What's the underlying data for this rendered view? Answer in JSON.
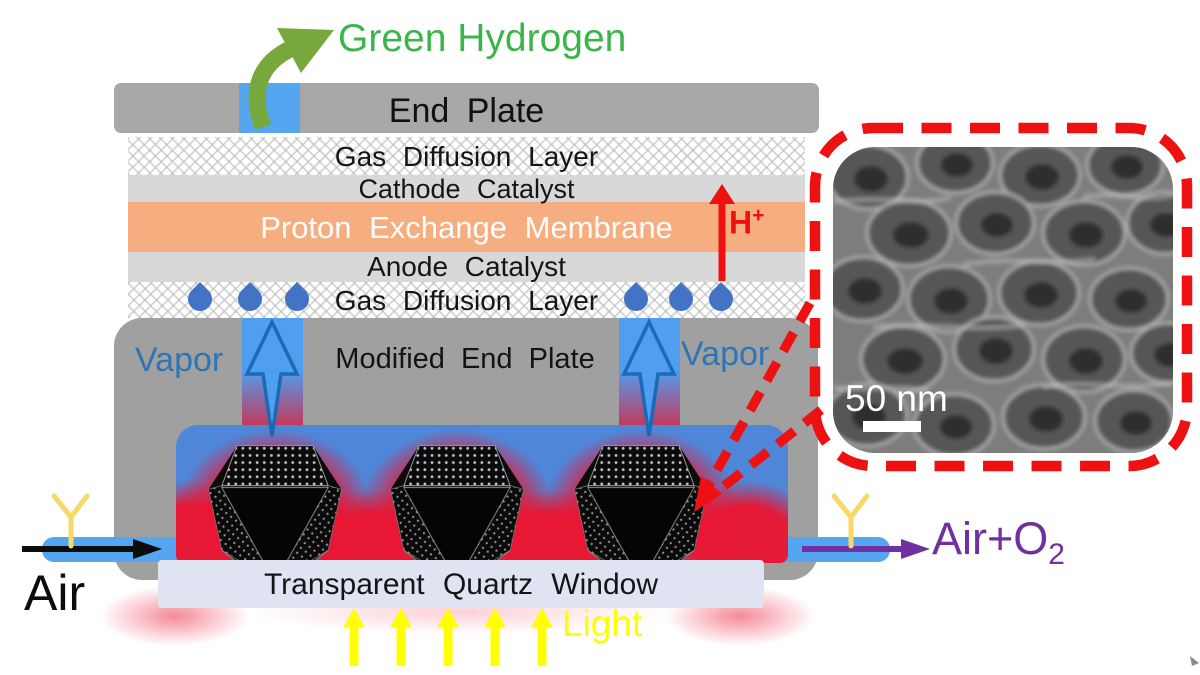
{
  "figure": {
    "top": {
      "green_hydrogen_label": "Green Hydrogen"
    },
    "stack": {
      "end_plate_label": "End Plate",
      "gas_diffusion_top_label": "Gas Diffusion Layer",
      "cathode_catalyst_label": "Cathode Catalyst",
      "proton_exchange_membrane_label": "Proton Exchange Membrane",
      "anode_catalyst_label": "Anode Catalyst",
      "gas_diffusion_bottom_label": "Gas Diffusion Layer",
      "proton_symbol": "H",
      "proton_charge": "+"
    },
    "housing": {
      "modified_end_plate_label": "Modified End Plate",
      "vapor_left_label": "Vapor",
      "vapor_right_label": "Vapor"
    },
    "bottom": {
      "quartz_window_label": "Transparent Quartz Window",
      "air_inlet_label": "Air",
      "air_outlet_main": "Air+O",
      "air_outlet_subscript": "2",
      "light_label": "Light"
    },
    "inset": {
      "scale_bar_label": "50 nm"
    },
    "colors": {
      "green_text": "#3bb54a",
      "green_arrow": "#76a83c",
      "membrane_orange": "#f6ae80",
      "channel_blue": "#4f9ef0",
      "chamber_blue": "#4f86d8",
      "droplet_blue": "#4273c4",
      "vapor_text_blue": "#2e75b6",
      "glow_red": "#ea1632",
      "accent_red": "#ee1111",
      "window_lavender": "#dfe3f2",
      "light_yellow": "#ffff00",
      "sensor_yellow": "#f7d868",
      "outlet_purple": "#7030a0",
      "plate_gray": "#a8a8a8",
      "housing_gray": "#a0a0a0",
      "catalyst_gray": "#d8d8d8"
    }
  }
}
